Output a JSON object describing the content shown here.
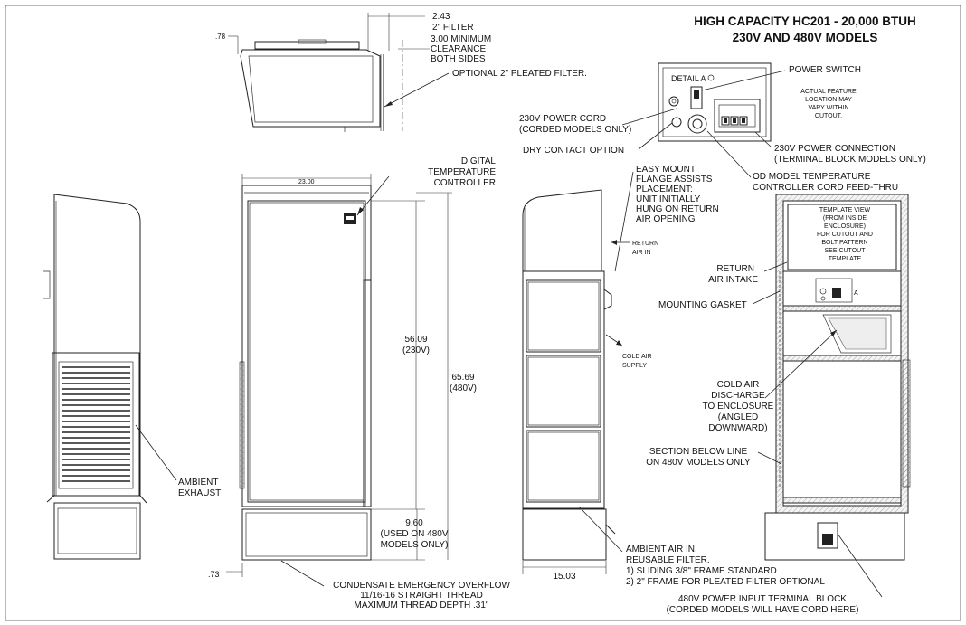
{
  "title": {
    "line1": "HIGH CAPACITY HC201 - 20,000 BTUH",
    "line2": "230V AND 480V MODELS"
  },
  "top_view": {
    "dim_width": "2.43",
    "filter_label": "2\" FILTER",
    "clearance_1": "3.00 MINIMUM",
    "clearance_2": "CLEARANCE",
    "clearance_3": "BOTH SIDES",
    "dim_left": ".78",
    "pleated_filter": "OPTIONAL 2\" PLEATED FILTER."
  },
  "detail": {
    "detail_label": "DETAIL A",
    "power_switch": "POWER SWITCH",
    "note_1": "ACTUAL FEATURE",
    "note_2": "LOCATION MAY",
    "note_3": "VARY WITHIN",
    "note_4": "CUTOUT.",
    "cord_1": "230V POWER CORD",
    "cord_2": "(CORDED MODELS ONLY)",
    "dry_contact": "DRY CONTACT OPTION",
    "conn_1": "230V POWER CONNECTION",
    "conn_2": "(TERMINAL BLOCK MODELS ONLY)",
    "od_1": "OD MODEL TEMPERATURE",
    "od_2": "CONTROLLER CORD FEED-THRU"
  },
  "front_view": {
    "width_dim": "23.00",
    "controller_1": "DIGITAL",
    "controller_2": "TEMPERATURE",
    "controller_3": "CONTROLLER",
    "h230_1": "56.09",
    "h230_2": "(230V)",
    "h480_1": "65.69",
    "h480_2": "(480V)",
    "base_1": "9.60",
    "base_2": "(USED ON 480V",
    "base_3": "MODELS ONLY)",
    "bottom_dim": ".73",
    "condensate_1": "CONDENSATE EMERGENCY OVERFLOW",
    "condensate_2": "11/16-16 STRAIGHT THREAD",
    "condensate_3": "MAXIMUM THREAD DEPTH .31\""
  },
  "side_view": {
    "ambient_1": "AMBIENT",
    "ambient_2": "EXHAUST"
  },
  "back_view": {
    "mount_1": "EASY MOUNT",
    "mount_2": "FLANGE ASSISTS",
    "mount_3": "PLACEMENT:",
    "mount_4": "UNIT INITIALLY",
    "mount_5": "HUNG ON RETURN",
    "mount_6": "AIR OPENING",
    "return_1": "RETURN",
    "return_2": "AIR IN",
    "cold_1": "COLD AIR",
    "cold_2": "SUPPLY",
    "depth_dim": "15.03",
    "amb_in_1": "AMBIENT AIR IN.",
    "amb_in_2": "REUSABLE FILTER.",
    "amb_in_3": "1) SLIDING 3/8\" FRAME STANDARD",
    "amb_in_4": "2) 2\" FRAME FOR PLEATED FILTER OPTIONAL"
  },
  "enclosure_view": {
    "tmpl_1": "TEMPLATE VIEW",
    "tmpl_2": "(FROM INSIDE",
    "tmpl_3": "ENCLOSURE)",
    "tmpl_4": "FOR CUTOUT AND",
    "tmpl_5": "BOLT PATTERN",
    "tmpl_6": "SEE CUTOUT",
    "tmpl_7": "TEMPLATE",
    "return_1": "RETURN",
    "return_2": "AIR INTAKE",
    "gasket": "MOUNTING GASKET",
    "cold_1": "COLD AIR",
    "cold_2": "DISCHARGE",
    "cold_3": "TO ENCLOSURE",
    "cold_4": "(ANGLED",
    "cold_5": "DOWNWARD)",
    "section_1": "SECTION BELOW LINE",
    "section_2": "ON 480V MODELS ONLY",
    "detail_a": "A",
    "terminal_1": "480V POWER INPUT TERMINAL BLOCK",
    "terminal_2": "(CORDED MODELS WILL HAVE CORD HERE)"
  }
}
